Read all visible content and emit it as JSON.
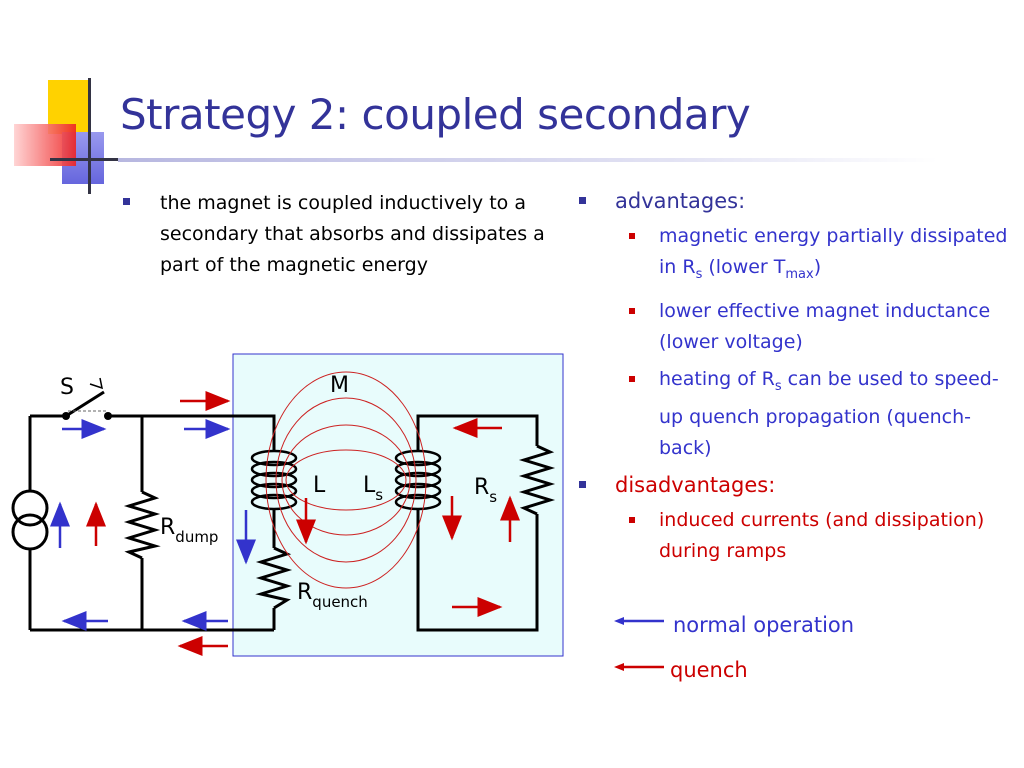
{
  "slide": {
    "title": "Strategy 2: coupled secondary",
    "left_bullet": "the magnet is coupled inductively to a secondary that absorbs and dissipates a part of the magnetic energy",
    "advantages_heading": "advantages:",
    "advantages": [
      {
        "pre": "magnetic energy partially dissipated in R",
        "sub1": "s",
        "mid": " (lower T",
        "sub2": "max",
        "post": ")"
      },
      {
        "text": "lower effective magnet inductance (lower voltage)"
      },
      {
        "pre": "heating of R",
        "sub1": "s",
        "post": " can be used to speed-up quench propagation (quench-back)"
      }
    ],
    "disadvantages_heading": "disadvantages:",
    "disadvantages": [
      {
        "text": "induced currents (and dissipation) during ramps"
      }
    ],
    "legend": {
      "normal": "normal operation",
      "quench": "quench"
    }
  },
  "circuit": {
    "switch_label": "S",
    "mutual_label": "M",
    "l_label": "L",
    "ls_label": "L",
    "ls_sub": "s",
    "rs_label": "R",
    "rs_sub": "s",
    "rdump_label": "R",
    "rdump_sub": "dump",
    "rquench_label": "R",
    "rquench_sub": "quench"
  },
  "colors": {
    "title": "#333399",
    "normal": "#3333cc",
    "quench": "#cc0000",
    "panel": "#e8fcfc"
  }
}
